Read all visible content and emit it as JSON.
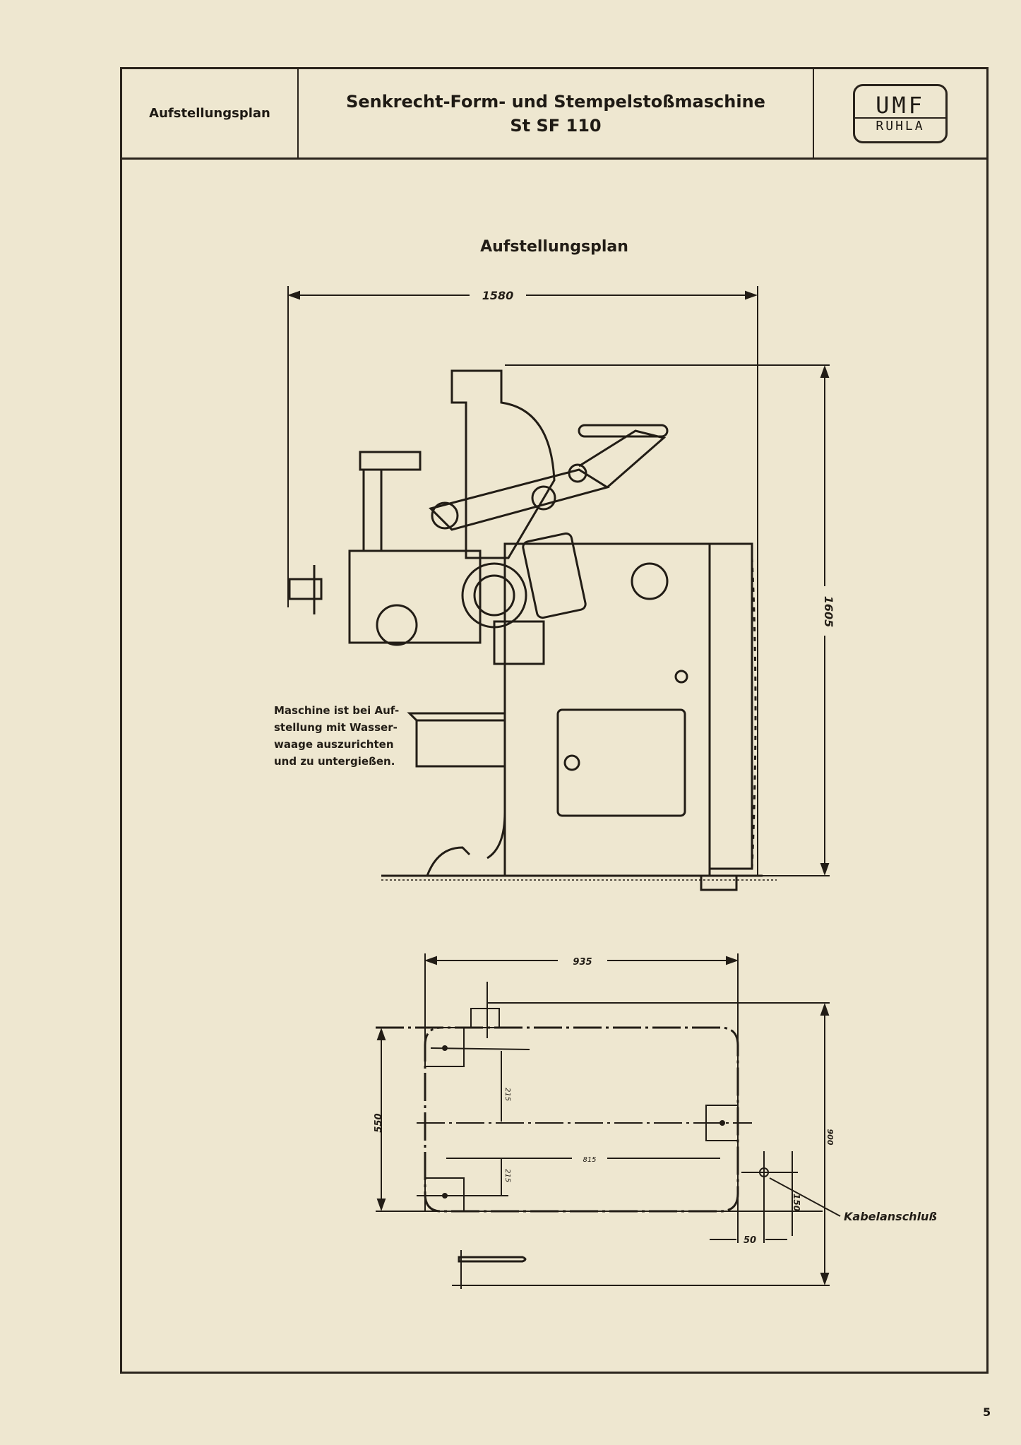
{
  "header": {
    "section": "Aufstellungsplan",
    "title_line1": "Senkrecht-Form- und Stempelstoßmaschine",
    "title_line2": "St SF 110",
    "logo_top": "UMF",
    "logo_bottom": "RUHLA"
  },
  "drawing": {
    "title": "Aufstellungsplan",
    "side_view": {
      "width_dim": "1580",
      "height_dim": "1605"
    },
    "note": [
      "Maschine ist bei Auf-",
      "stellung mit Wasser-",
      "waage auszurichten",
      "und zu untergießen."
    ],
    "plan_view": {
      "width_dim": "935",
      "depth_dim": "550",
      "overall_depth_dim": "900",
      "hole_spacing_dim": "815",
      "upper_offset_dim": "215",
      "lower_offset_dim": "215",
      "cable_offset_dim": "150",
      "cable_side_dim": "50",
      "cable_label": "Kabelanschluß"
    }
  },
  "page_number": "5"
}
